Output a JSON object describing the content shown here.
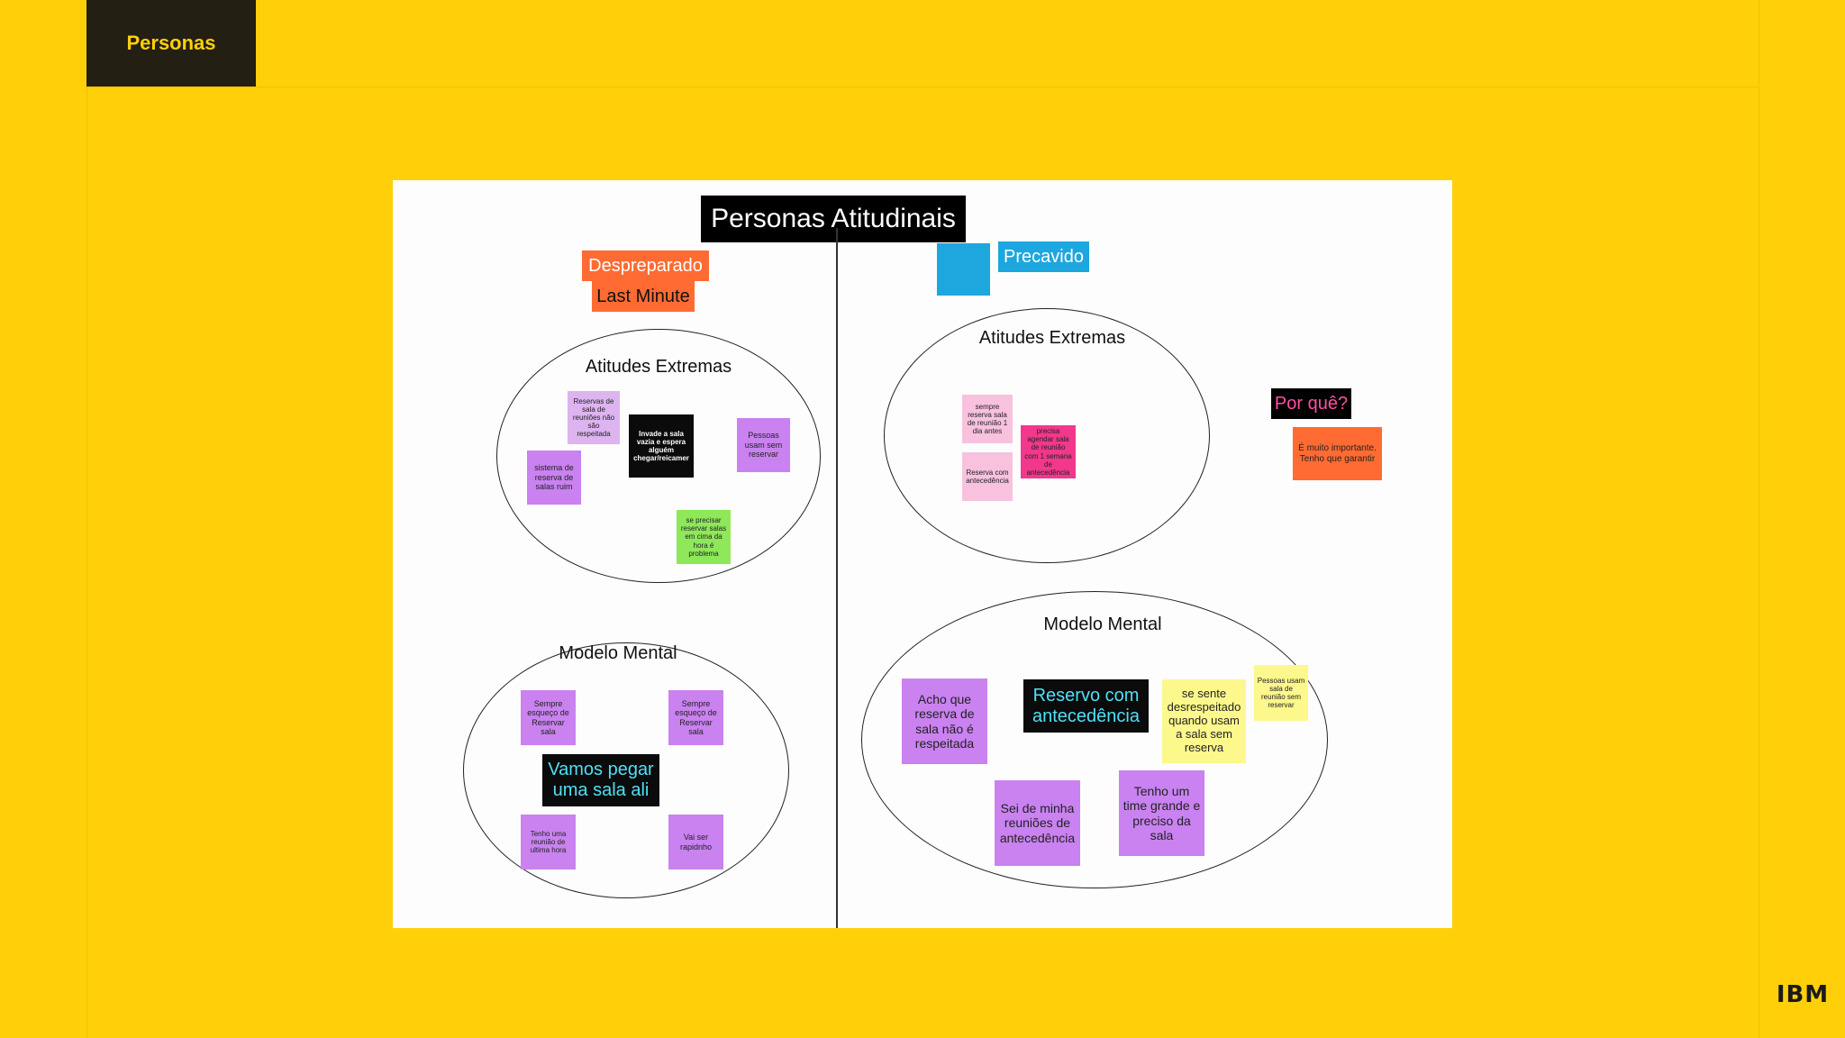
{
  "header": {
    "tab_label": "Personas"
  },
  "board": {
    "title": "Personas Atitudinais",
    "left": {
      "persona_name": "Despreparado",
      "persona_subtitle": "Last Minute",
      "extremes": {
        "label": "Atitudes Extremas",
        "notes": [
          "Reservas de sala de reuniões não são respeitada",
          "Invade a sala vazia e espera alguém chegar/reicamer",
          "Pessoas usam sem reservar",
          "sistema de reserva de salas ruim",
          "se precisar reservar salas em cima da hora é problema"
        ]
      },
      "mental": {
        "label": "Modelo Mental",
        "notes": [
          "Sempre esqueço de Reservar sala",
          "Sempre esqueço de Reservar sala",
          "Vamos pegar uma sala ali",
          "Tenho uma reunião de ultima hora",
          "Vai ser rapidnho"
        ]
      }
    },
    "right": {
      "persona_name": "Precavido",
      "avatar_color": "#1EA6DE",
      "extremes": {
        "label": "Atitudes Extremas",
        "notes": [
          "sempre reserva sala de reunião 1 dia antes",
          "precisa agendar sala de reunião com 1 semana de antecedência",
          "Reserva com antecedência"
        ]
      },
      "why": {
        "label": "Por quê?",
        "note": "É muito importante. Tenho que garantir"
      },
      "mental": {
        "label": "Modelo Mental",
        "notes": [
          "Acho que reserva de sala não é respeitada",
          "Reservo com antecedência",
          "se sente desrespeitado quando usam a sala sem reserva",
          "Pessoas usam sala de reunião sem reservar",
          "Sei de minha reuniões de antecedência",
          "Tenho um time grande e preciso da sala"
        ]
      }
    }
  },
  "logo": {
    "text": "IBM"
  },
  "colors": {
    "background": "#FFD00A",
    "tab": "#231F13",
    "orange": "#FF6B32",
    "blue": "#1EA6DE",
    "cyan_text": "#4FE0F5",
    "pink_text": "#FF4FA3"
  }
}
